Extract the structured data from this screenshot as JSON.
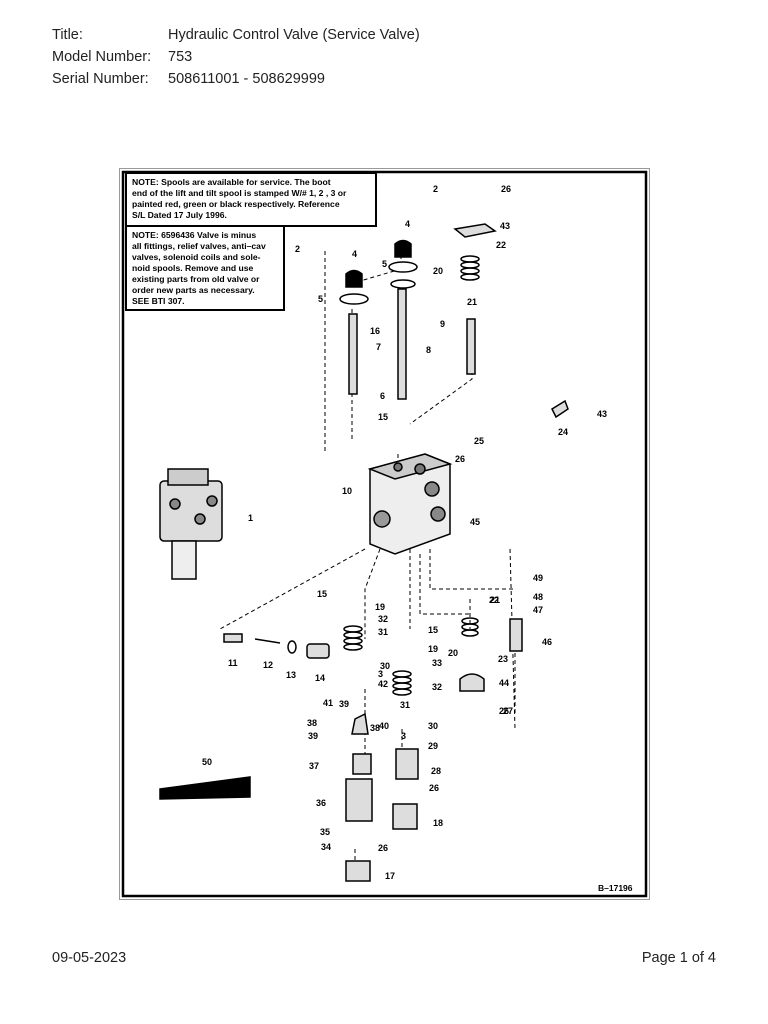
{
  "header": {
    "title_label": "Title:",
    "title_value": "Hydraulic Control Valve (Service Valve)",
    "model_label": "Model Number:",
    "model_value": "753",
    "serial_label": "Serial Number:",
    "serial_value": "508611001 - 508629999"
  },
  "diagram": {
    "note1_lines": [
      "NOTE:  Spools are available for service.  The boot",
      "end of the lift and tilt spool is stamped W/# 1, 2 , 3 or",
      "painted red, green or black respectively.  Reference",
      "S/L Dated 17 July 1996."
    ],
    "note2_lines": [
      "NOTE: 6596436 Valve is minus",
      "all fittings, relief valves, anti–cav",
      "valves, solenoid coils and sole-",
      "noid spools.  Remove and use",
      "existing parts from old valve or",
      "order new parts as necessary.",
      "SEE BTI 307."
    ],
    "figure_number": "B–17196",
    "part_labels": [
      "1",
      "2",
      "2",
      "3",
      "3",
      "4",
      "4",
      "5",
      "5",
      "6",
      "7",
      "8",
      "9",
      "10",
      "11",
      "12",
      "13",
      "14",
      "15",
      "15",
      "15",
      "16",
      "17",
      "18",
      "19",
      "19",
      "20",
      "20",
      "21",
      "21",
      "22",
      "22",
      "23",
      "24",
      "25",
      "26",
      "26",
      "26",
      "26",
      "26",
      "27",
      "28",
      "29",
      "30",
      "30",
      "31",
      "31",
      "32",
      "32",
      "33",
      "34",
      "35",
      "36",
      "37",
      "38",
      "38",
      "39",
      "39",
      "40",
      "41",
      "42",
      "43",
      "43",
      "44",
      "45",
      "46",
      "47",
      "48",
      "49",
      "50"
    ]
  },
  "footer": {
    "date": "09-05-2023",
    "page": "Page 1 of 4"
  }
}
